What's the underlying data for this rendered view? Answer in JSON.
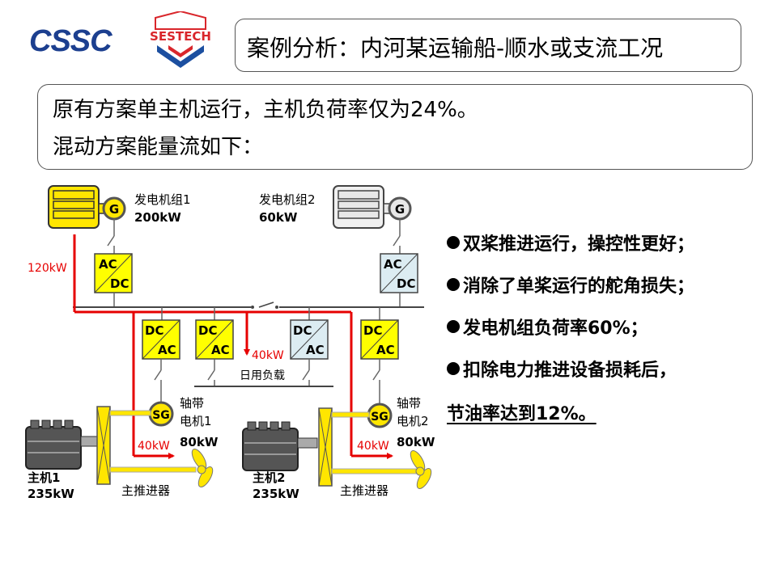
{
  "logos": {
    "cssc": "CSSC",
    "sestech": "SESTECH"
  },
  "title": "案例分析：内河某运输船-顺水或支流工况",
  "intro": {
    "line1": "原有方案单主机运行，主机负荷率仅为24%。",
    "line2": "混动方案能量流如下："
  },
  "diagram": {
    "genset1": {
      "label": "发电机组1",
      "power": "200kW",
      "symbol": "G"
    },
    "genset2": {
      "label": "发电机组2",
      "power": "60kW",
      "symbol": "G"
    },
    "converters": {
      "ac": "AC",
      "dc": "DC"
    },
    "flow_gen": "120kW",
    "flow_load": "40kW",
    "flow_sg1": "40kW",
    "flow_sg2": "40kW",
    "daily_load": "日用负载",
    "sg1": {
      "symbol": "SG",
      "label1": "轴带",
      "label2": "电机1",
      "power": "80kW"
    },
    "sg2": {
      "symbol": "SG",
      "label1": "轴带",
      "label2": "电机2",
      "power": "80kW"
    },
    "me1": {
      "label": "主机1",
      "power": "235kW"
    },
    "me2": {
      "label": "主机2",
      "power": "235kW"
    },
    "propeller1": "主推进器",
    "propeller2": "主推进器",
    "colors": {
      "active": "#ffff00",
      "inactive": "#dcecf2",
      "flow": "#e60000",
      "shaft": "#e6e600"
    }
  },
  "bullets": [
    "双桨推进运行，操控性更好；",
    "消除了单桨运行的舵角损失；",
    "发电机组负荷率60%；",
    "扣除电力推进设备损耗后，"
  ],
  "conclusion": "节油率达到12%。"
}
